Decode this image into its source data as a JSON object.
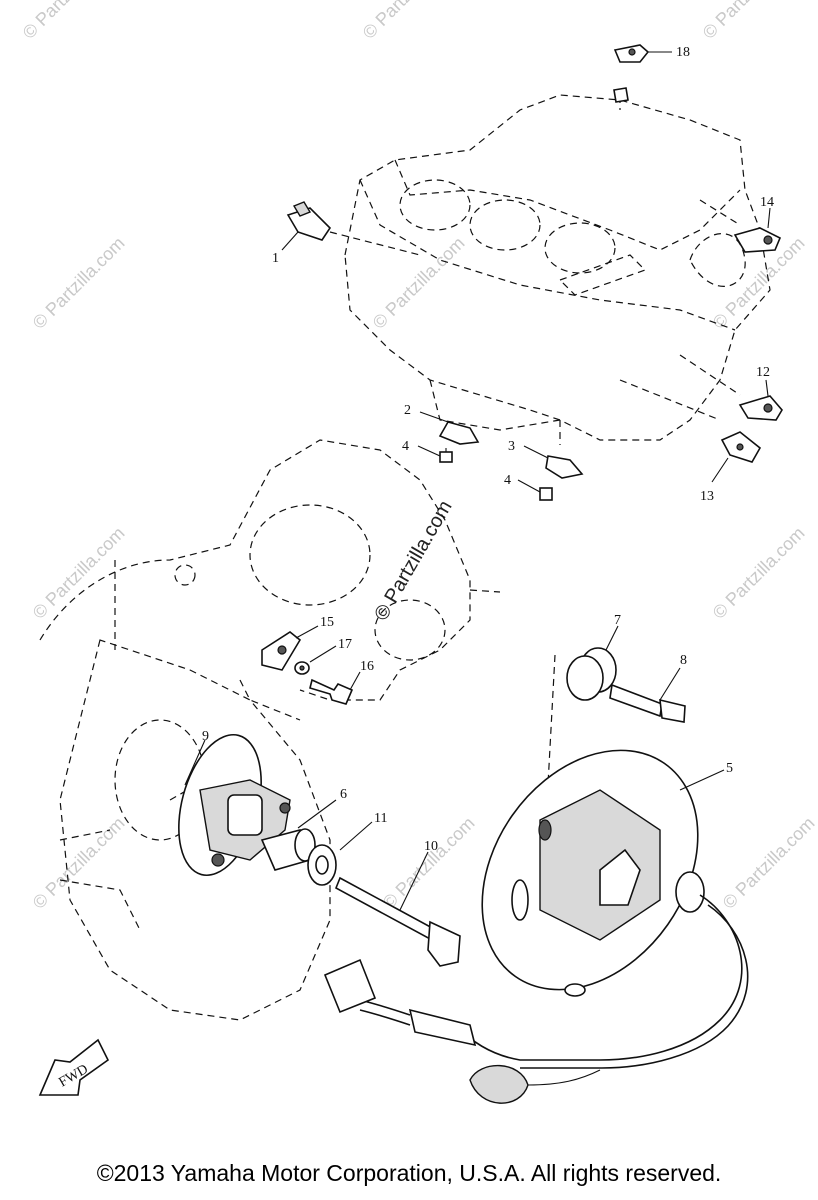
{
  "watermark": {
    "text": "© Partzilla.com"
  },
  "callouts": {
    "c1": "1",
    "c2": "2",
    "c3": "3",
    "c4a": "4",
    "c4b": "4",
    "c5": "5",
    "c6": "6",
    "c7": "7",
    "c8": "8",
    "c9": "9",
    "c10": "10",
    "c11": "11",
    "c12": "12",
    "c13": "13",
    "c14": "14",
    "c15": "15",
    "c16": "16",
    "c17": "17",
    "c18": "18"
  },
  "direction_label": "FWD",
  "footer": {
    "copyright": "©2013 Yamaha Motor Corporation, U.S.A. All rights reserved."
  }
}
